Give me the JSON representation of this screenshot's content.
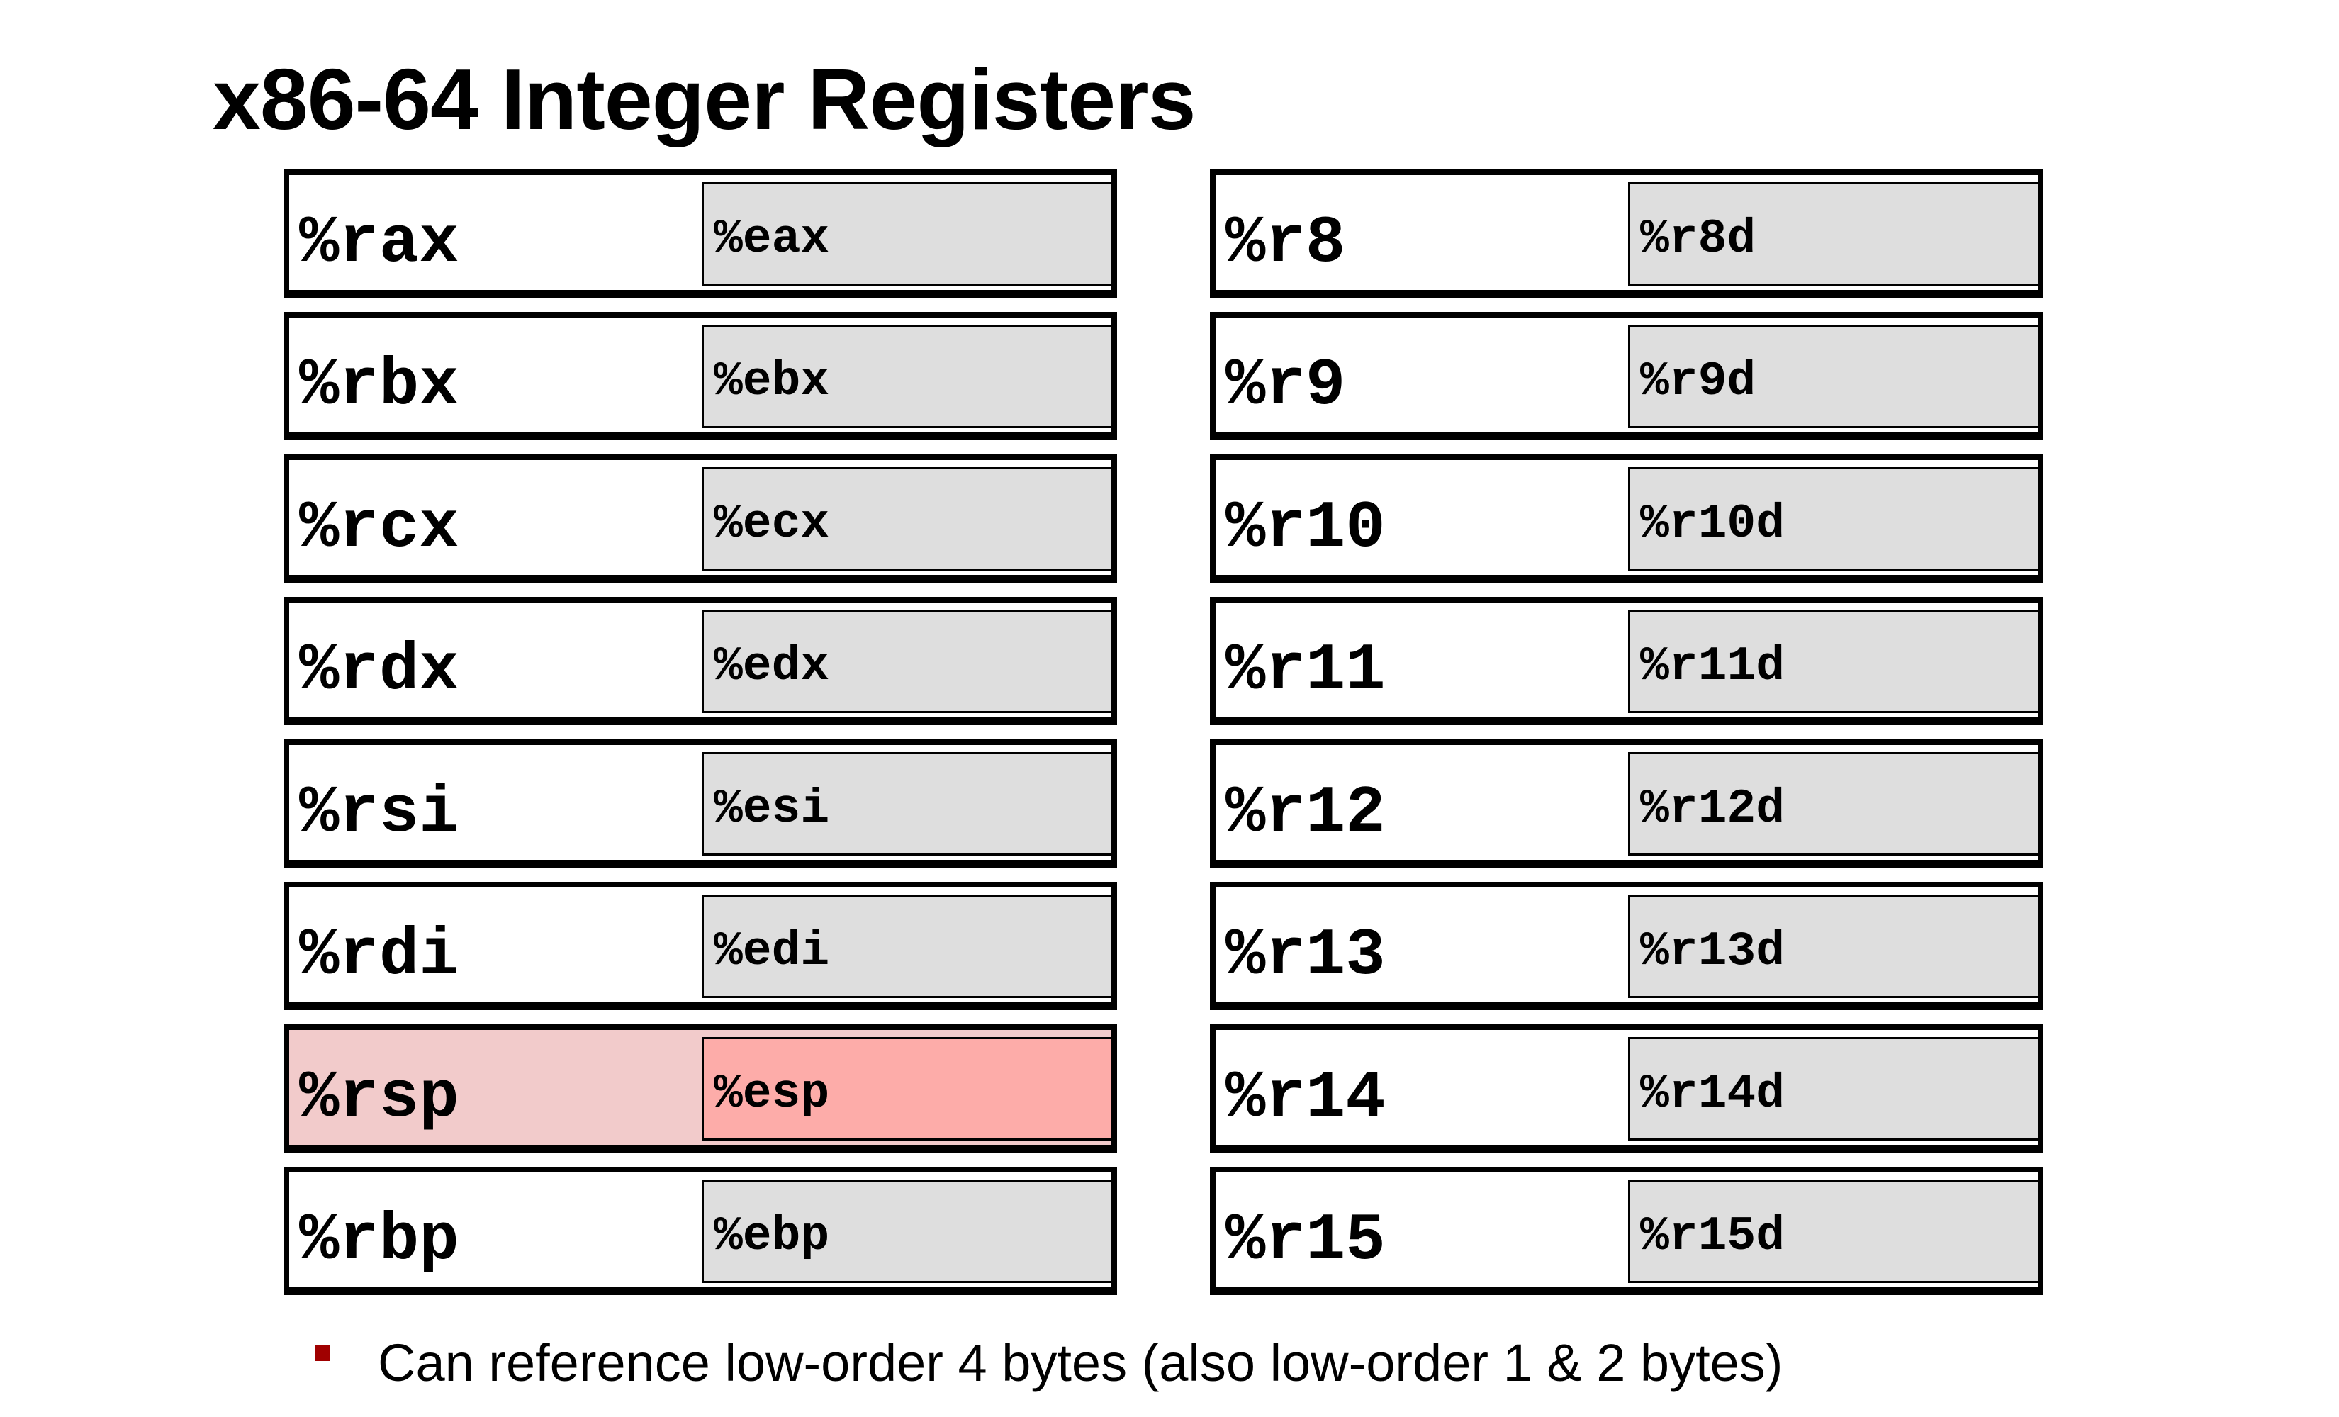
{
  "title": "x86-64 Integer Registers",
  "colors": {
    "highlight_outer": "#f2cbcb",
    "highlight_inner": "#fdaca9",
    "sub_register": "#dedede",
    "bullet": "#a00000"
  },
  "left_registers": [
    {
      "name": "%rax",
      "low32": "%eax",
      "highlighted": false
    },
    {
      "name": "%rbx",
      "low32": "%ebx",
      "highlighted": false
    },
    {
      "name": "%rcx",
      "low32": "%ecx",
      "highlighted": false
    },
    {
      "name": "%rdx",
      "low32": "%edx",
      "highlighted": false
    },
    {
      "name": "%rsi",
      "low32": "%esi",
      "highlighted": false
    },
    {
      "name": "%rdi",
      "low32": "%edi",
      "highlighted": false
    },
    {
      "name": "%rsp",
      "low32": "%esp",
      "highlighted": true
    },
    {
      "name": "%rbp",
      "low32": "%ebp",
      "highlighted": false
    }
  ],
  "right_registers": [
    {
      "name": "%r8",
      "low32": "%r8d",
      "highlighted": false
    },
    {
      "name": "%r9",
      "low32": "%r9d",
      "highlighted": false
    },
    {
      "name": "%r10",
      "low32": "%r10d",
      "highlighted": false
    },
    {
      "name": "%r11",
      "low32": "%r11d",
      "highlighted": false
    },
    {
      "name": "%r12",
      "low32": "%r12d",
      "highlighted": false
    },
    {
      "name": "%r13",
      "low32": "%r13d",
      "highlighted": false
    },
    {
      "name": "%r14",
      "low32": "%r14d",
      "highlighted": false
    },
    {
      "name": "%r15",
      "low32": "%r15d",
      "highlighted": false
    }
  ],
  "note": "Can reference low-order 4 bytes (also low-order 1 & 2 bytes)"
}
